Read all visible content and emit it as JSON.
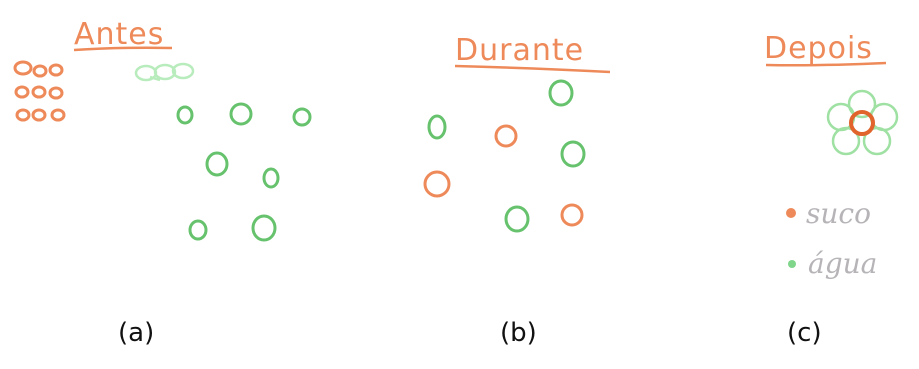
{
  "panels": [
    {
      "id": "a",
      "title": "Antes",
      "caption": "(a)"
    },
    {
      "id": "b",
      "title": "Durante",
      "caption": "(b)"
    },
    {
      "id": "c",
      "title": "Depois",
      "caption": "(c)"
    }
  ],
  "legend": [
    {
      "label": "suco",
      "color": "#ee8a5a"
    },
    {
      "label": "água",
      "color": "#7fd58a"
    }
  ],
  "colors": {
    "orange": "#ee8a5a",
    "orange_dark": "#e0642c",
    "green": "#66c26d",
    "green_light": "#9fe0a3"
  }
}
